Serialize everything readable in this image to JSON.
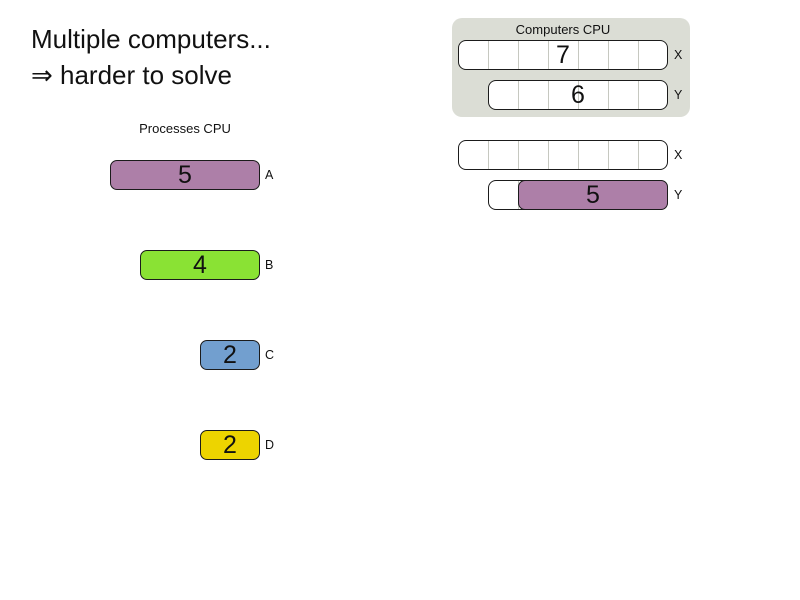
{
  "title": {
    "line1": "Multiple computers...",
    "line2": "⇒ harder to solve"
  },
  "colors": {
    "process_a": "#ad7fa8",
    "process_b": "#8ae234",
    "process_c": "#729fcf",
    "process_d": "#edd400",
    "panel_background": "#dbddd5",
    "bar_background": "#ffffff",
    "segment_tick": "#c6c8c0",
    "outline": "#1b1b1b"
  },
  "processes": {
    "heading": "Processes CPU",
    "items": [
      {
        "label": "A",
        "value": "5",
        "cpu_units": 5,
        "color": "#ad7fa8"
      },
      {
        "label": "B",
        "value": "4",
        "cpu_units": 4,
        "color": "#8ae234"
      },
      {
        "label": "C",
        "value": "2",
        "cpu_units": 2,
        "color": "#729fcf"
      },
      {
        "label": "D",
        "value": "2",
        "cpu_units": 2,
        "color": "#edd400"
      }
    ]
  },
  "computers": {
    "heading": "Computers CPU",
    "items": [
      {
        "label": "X",
        "capacity": "7",
        "capacity_units": 7
      },
      {
        "label": "Y",
        "capacity": "6",
        "capacity_units": 6
      }
    ]
  },
  "assignment": {
    "rows": [
      {
        "label": "X",
        "capacity_units": 7,
        "assigned": []
      },
      {
        "label": "Y",
        "capacity_units": 6,
        "assigned": [
          {
            "process": "A",
            "value": "5",
            "cpu_units": 5,
            "offset_units": 1,
            "color": "#ad7fa8"
          }
        ]
      }
    ]
  }
}
